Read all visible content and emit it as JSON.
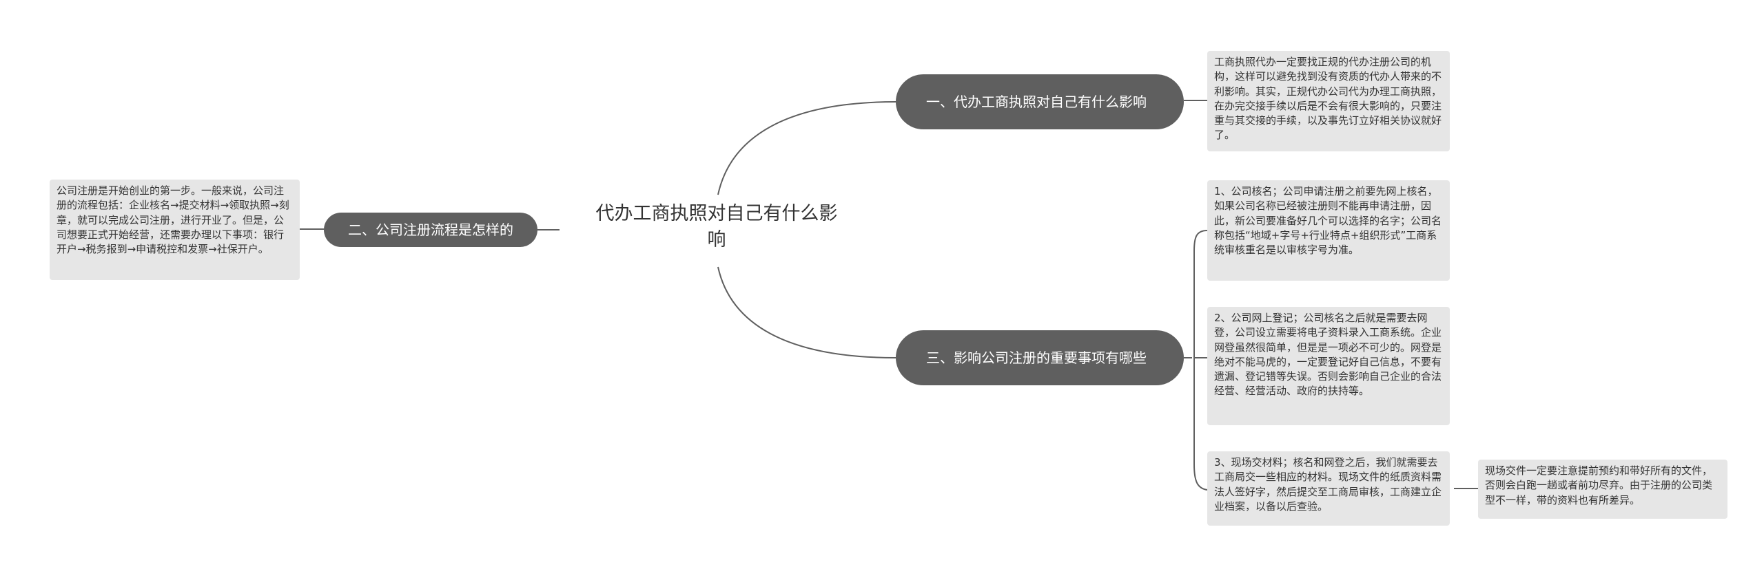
{
  "central_topic": "代办工商执照对自己有什么影响",
  "branches": [
    {
      "label": "一、代办工商执照对自己有什么影响",
      "notes": [
        "工商执照代办一定要找正规的代办注册公司的机构，这样可以避免找到没有资质的代办人带来的不利影响。其实，正规代办公司代为办理工商执照，在办完交接手续以后是不会有很大影响的，只要注重与其交接的手续，以及事先订立好相关协议就好了。"
      ]
    },
    {
      "label": "二、公司注册流程是怎样的",
      "notes": [
        "公司注册是开始创业的第一步。一般来说，公司注册的流程包括：企业核名→提交材料→领取执照→刻章，就可以完成公司注册，进行开业了。但是，公司想要正式开始经营，还需要办理以下事项：银行开户→税务报到→申请税控和发票→社保开户。"
      ]
    },
    {
      "label": "三、影响公司注册的重要事项有哪些",
      "notes": [
        "1、公司核名；公司申请注册之前要先网上核名，如果公司名称已经被注册则不能再申请注册，因此，新公司要准备好几个可以选择的名字；公司名称包括“地域+字号+行业特点+组织形式”工商系统审核重名是以审核字号为准。",
        "2、公司网上登记；公司核名之后就是需要去网登，公司设立需要将电子资料录入工商系统。企业网登虽然很简单，但是是一项必不可少的。网登是绝对不能马虎的，一定要登记好自己信息，不要有遗漏、登记错等失误。否则会影响自己企业的合法经营、经营活动、政府的扶持等。",
        "3、现场交材料；核名和网登之后，我们就需要去工商局交一些相应的材料。现场文件的纸质资料需法人签好字，然后提交至工商局审核，工商建立企业档案，以备以后查验。"
      ],
      "sub_note": "现场交件一定要注意提前预约和带好所有的文件，否则会白跑一趟或者前功尽弃。由于注册的公司类型不一样，带的资料也有所差异。"
    }
  ],
  "colors": {
    "branch_bg": "#5f5f5f",
    "branch_text": "#ffffff",
    "note_bg": "#e6e6e6",
    "note_text": "#333333",
    "line": "#5f5f5f",
    "background": "#ffffff"
  }
}
